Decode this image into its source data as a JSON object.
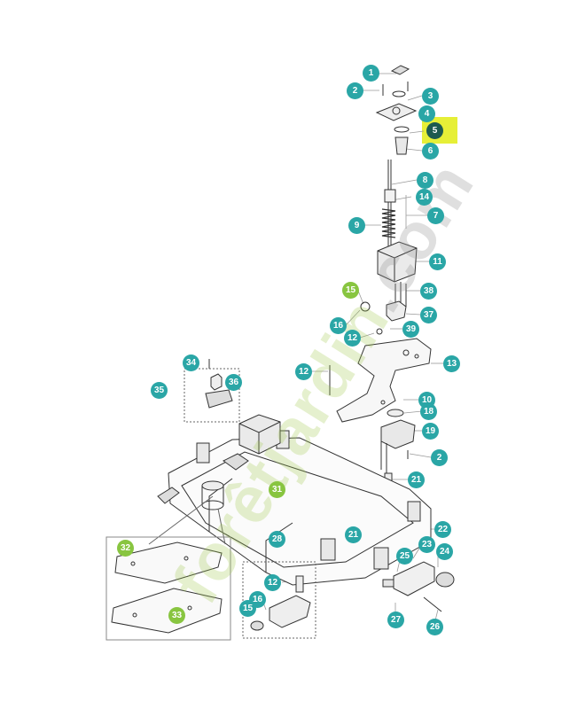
{
  "watermark": {
    "part1": "forêtjardin",
    "part2": ".com"
  },
  "colors": {
    "teal": "#2aa6a6",
    "green": "#88c540",
    "dark": "#1d5a4f",
    "highlight": "#e6ef37"
  },
  "callouts": [
    {
      "id": "c1",
      "label": "1",
      "style": "teal"
    },
    {
      "id": "c2a",
      "label": "2",
      "style": "teal"
    },
    {
      "id": "c3",
      "label": "3",
      "style": "teal"
    },
    {
      "id": "c4",
      "label": "4",
      "style": "teal"
    },
    {
      "id": "c5",
      "label": "5",
      "style": "dark"
    },
    {
      "id": "c6",
      "label": "6",
      "style": "teal"
    },
    {
      "id": "c8",
      "label": "8",
      "style": "teal"
    },
    {
      "id": "c14",
      "label": "14",
      "style": "teal"
    },
    {
      "id": "c7",
      "label": "7",
      "style": "teal"
    },
    {
      "id": "c9",
      "label": "9",
      "style": "teal"
    },
    {
      "id": "c11",
      "label": "11",
      "style": "teal"
    },
    {
      "id": "c15a",
      "label": "15",
      "style": "green"
    },
    {
      "id": "c38",
      "label": "38",
      "style": "teal"
    },
    {
      "id": "c16a",
      "label": "16",
      "style": "teal"
    },
    {
      "id": "c37",
      "label": "37",
      "style": "teal"
    },
    {
      "id": "c12a",
      "label": "12",
      "style": "teal"
    },
    {
      "id": "c39",
      "label": "39",
      "style": "teal"
    },
    {
      "id": "c13",
      "label": "13",
      "style": "teal"
    },
    {
      "id": "c34",
      "label": "34",
      "style": "teal"
    },
    {
      "id": "c12b",
      "label": "12",
      "style": "teal"
    },
    {
      "id": "c35",
      "label": "35",
      "style": "teal"
    },
    {
      "id": "c36",
      "label": "36",
      "style": "teal"
    },
    {
      "id": "c10",
      "label": "10",
      "style": "teal"
    },
    {
      "id": "c18",
      "label": "18",
      "style": "teal"
    },
    {
      "id": "c19",
      "label": "19",
      "style": "teal"
    },
    {
      "id": "c2b",
      "label": "2",
      "style": "teal"
    },
    {
      "id": "c21a",
      "label": "21",
      "style": "teal"
    },
    {
      "id": "c31",
      "label": "31",
      "style": "green"
    },
    {
      "id": "c22",
      "label": "22",
      "style": "teal"
    },
    {
      "id": "c21b",
      "label": "21",
      "style": "teal"
    },
    {
      "id": "c23",
      "label": "23",
      "style": "teal"
    },
    {
      "id": "c28",
      "label": "28",
      "style": "teal"
    },
    {
      "id": "c24",
      "label": "24",
      "style": "teal"
    },
    {
      "id": "c25",
      "label": "25",
      "style": "teal"
    },
    {
      "id": "c32",
      "label": "32",
      "style": "green"
    },
    {
      "id": "c12c",
      "label": "12",
      "style": "teal"
    },
    {
      "id": "c16b",
      "label": "16",
      "style": "teal"
    },
    {
      "id": "c15b",
      "label": "15",
      "style": "teal"
    },
    {
      "id": "c27",
      "label": "27",
      "style": "teal"
    },
    {
      "id": "c33",
      "label": "33",
      "style": "green"
    },
    {
      "id": "c26",
      "label": "26",
      "style": "teal"
    }
  ]
}
